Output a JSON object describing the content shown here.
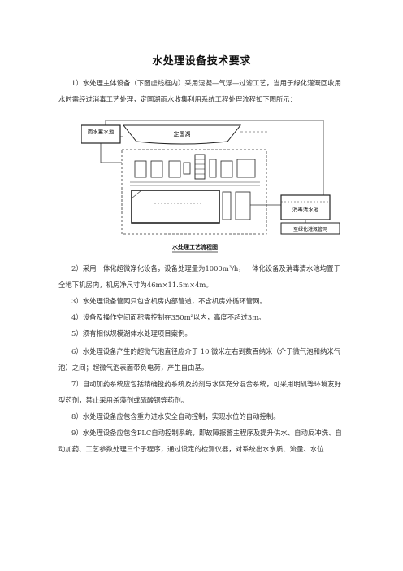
{
  "title": "水处理设备技术要求",
  "paragraphs": [
    "1）水处理主体设备（下图虚线框内）采用混凝—气浮—过滤工艺，当用于绿化灌溉回收用水时需经过消毒工艺处理，定国湖雨水收集利用系统工程处理流程如下图所示：",
    "2）采用一体化超微净化设备，设备处理量为1000m³/h，一体化设备及消毒清水池均置于全地下机房内，机房净尺寸为46m×11.5m×4m。",
    "3）水处理设备管网只包含机房内部管道，不含机房外循环管网。",
    "4）设备及操作空间面积需控制在350m²以内，高度不超过3m。",
    "5）须有相似规模湖体水处理项目案例。",
    "6）水处理设备产生的超微气泡直径应介于 10 微米左右到数百纳米（介于微气泡和纳米气泡）之间；超微气泡表面带负电荷，产生自由基。",
    "7）自动加药系统应包括精确投药系统及药剂与水体充分混合系统，可采用明矾等环境友好型药剂，禁止采用杀藻剂或硫酸铜等药剂。",
    "8）水处理设备应包含重力进水安全自动控制，实现水位的自动控制。",
    "9）水处理设备应包含PLC自动控制系统，即故障报警主程序及提升供水、自动反冲洗、自动加药、工艺参数处理三个子程序，通过设定的检测仪器，对系统出水水质、流量、水位"
  ],
  "diagram": {
    "caption": "水处理工艺流程图",
    "labels": {
      "reservoir": "雨水蓄水池",
      "lake": "定国湖",
      "clean_tank": "消毒清水池",
      "green_pipe": "至绿化灌溉管网"
    }
  }
}
